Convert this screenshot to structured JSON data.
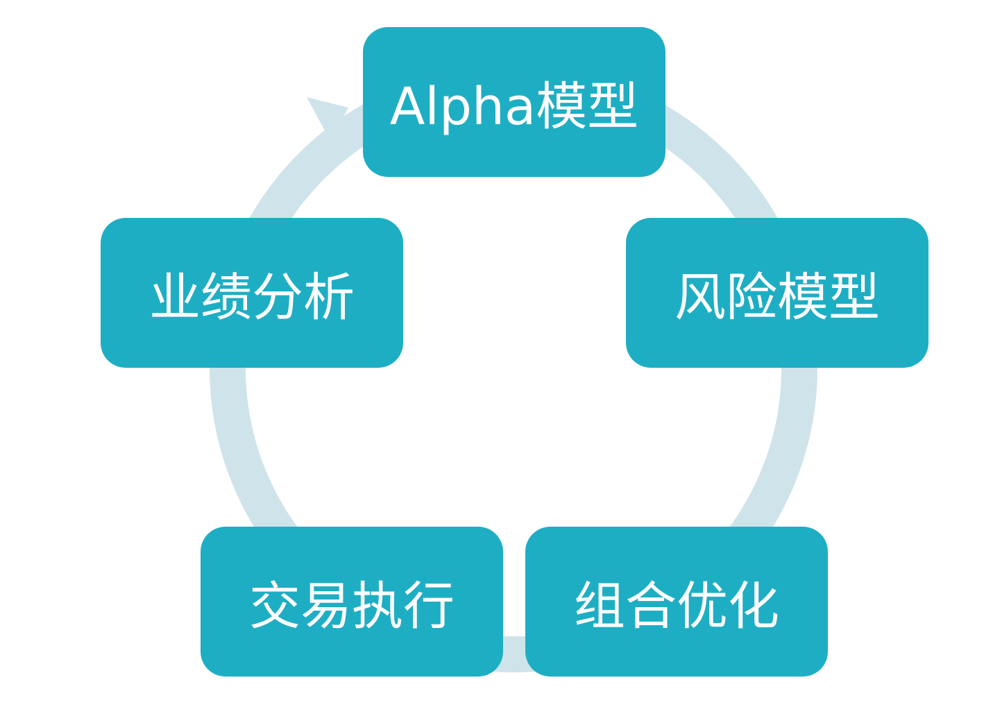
{
  "diagram": {
    "type": "cycle",
    "colors": {
      "node_fill": "#1eaec4",
      "node_text": "#ffffff",
      "ring": "#cfe4ea"
    },
    "nodes": [
      {
        "id": "alpha",
        "label": "Alpha模型"
      },
      {
        "id": "risk",
        "label": "风险模型"
      },
      {
        "id": "optimize",
        "label": "组合优化"
      },
      {
        "id": "execute",
        "label": "交易执行"
      },
      {
        "id": "performance",
        "label": "业绩分析"
      }
    ],
    "flow": [
      "alpha",
      "risk",
      "optimize",
      "execute",
      "performance",
      "alpha"
    ]
  }
}
